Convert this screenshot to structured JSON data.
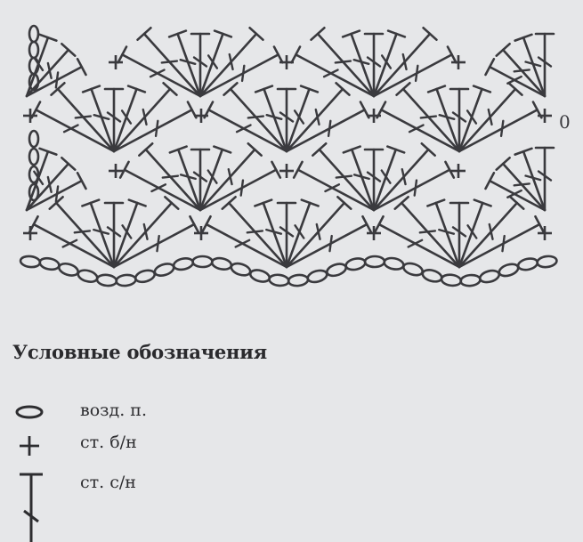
{
  "chart": {
    "row_marker": "0",
    "colors": {
      "ink": "#3a3a3e",
      "paper": "#e6e7e9"
    }
  },
  "legend": {
    "title": "Условные обозначения",
    "items": [
      {
        "symbol": "chain-oval-icon",
        "label": "возд. п."
      },
      {
        "symbol": "plus-cross-icon",
        "label": "ст. б/н"
      },
      {
        "symbol": "t-bar-icon",
        "label": "ст. с/н"
      }
    ]
  }
}
